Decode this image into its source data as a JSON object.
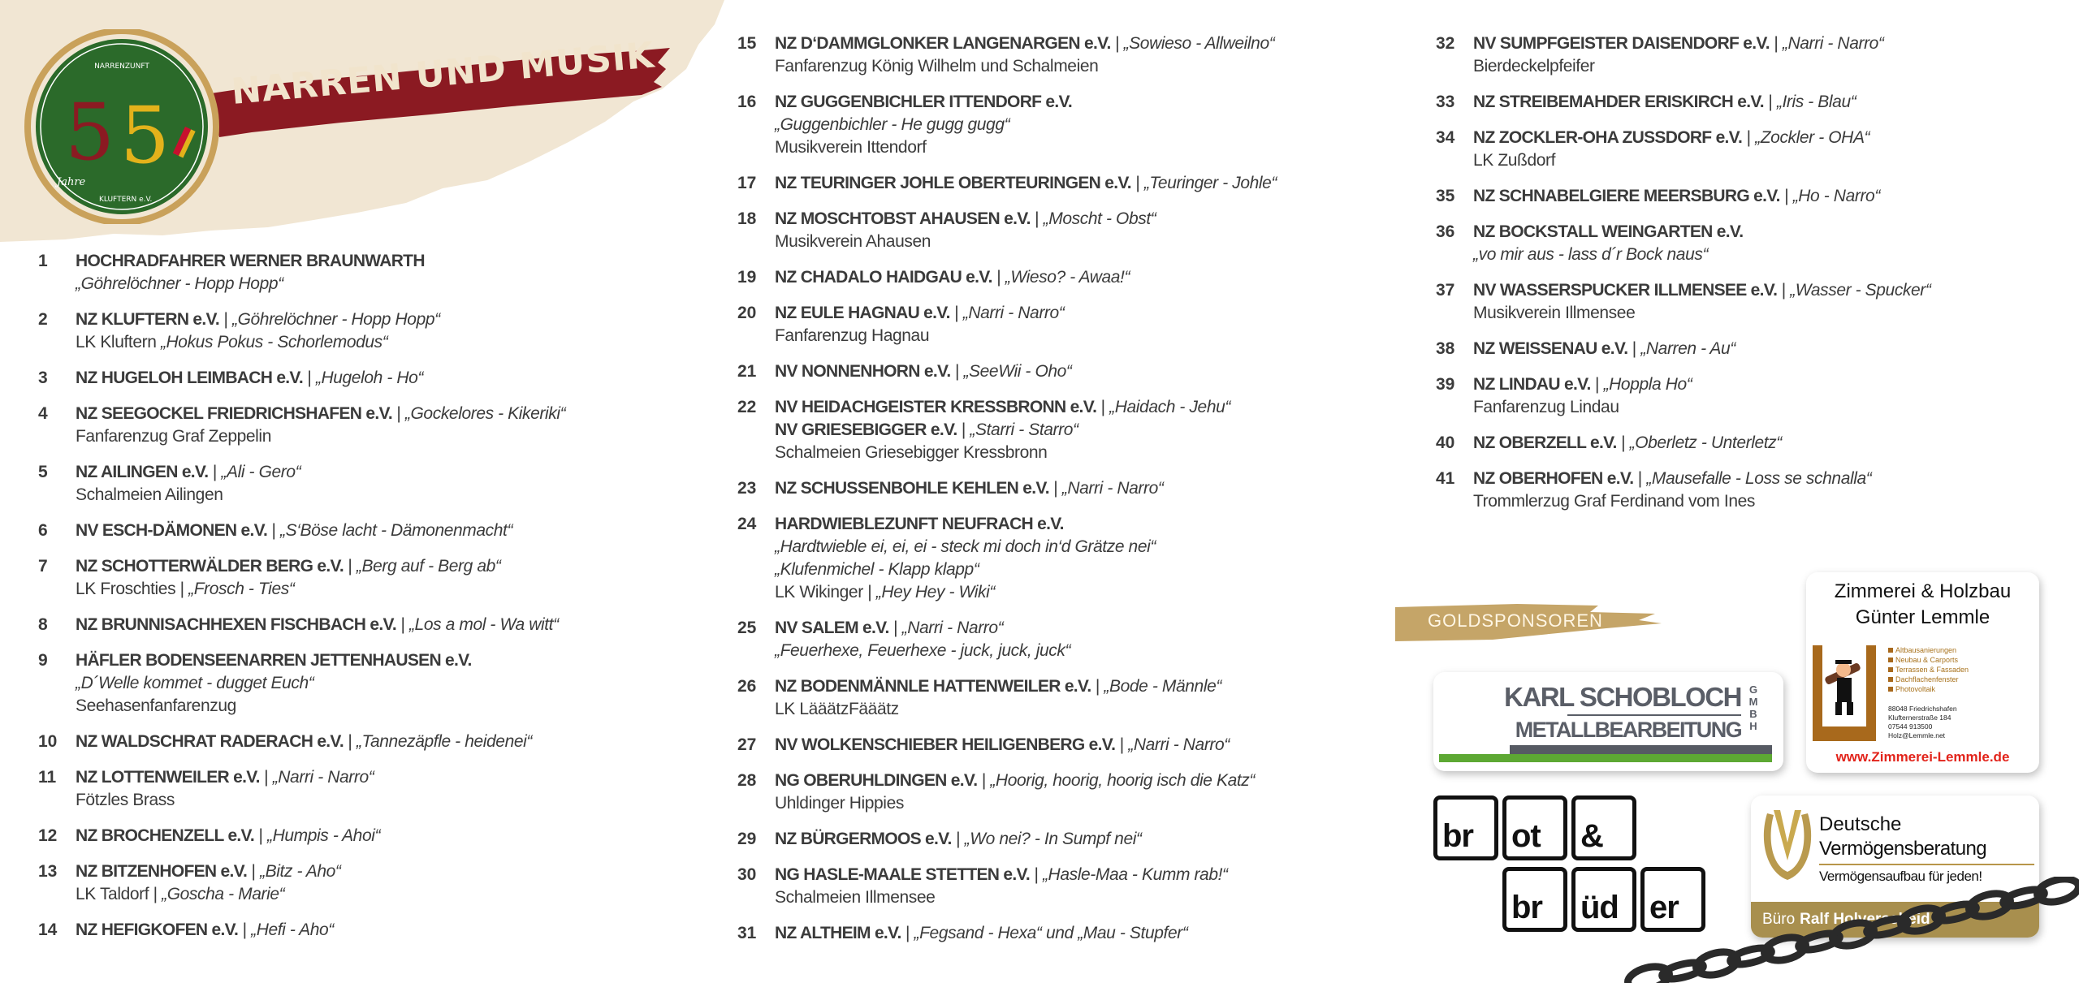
{
  "header": {
    "title": "NARREN UND MUSIK",
    "logo": {
      "number_left": "5",
      "number_right": "5",
      "jahre": "Jahre",
      "arc_top": "NARRENZUNFT",
      "arc_bottom": "KLUFTERN e.V."
    },
    "colors": {
      "paper": "#f1e6d3",
      "banner": "#8b1a22",
      "logo_green": "#2b6a2a",
      "logo_gold": "#c9a15a"
    }
  },
  "columns": [
    {
      "entries": [
        {
          "num": "1",
          "lines": [
            [
              {
                "b": "HOCHRADFAHRER WERNER BRAUNWARTH"
              }
            ],
            [
              {
                "i": "„Göhrelöchner - Hopp Hopp“"
              }
            ]
          ]
        },
        {
          "num": "2",
          "lines": [
            [
              {
                "b": "NZ KLUFTERN e.V."
              },
              {
                "r": " | "
              },
              {
                "i": "„Göhrelöchner - Hopp Hopp“"
              }
            ],
            [
              {
                "r": "LK Kluftern "
              },
              {
                "i": "„Hokus Pokus - Schorlemodus“"
              }
            ]
          ]
        },
        {
          "num": "3",
          "lines": [
            [
              {
                "b": "NZ HUGELOH LEIMBACH e.V."
              },
              {
                "r": " | "
              },
              {
                "i": "„Hugeloh - Ho“"
              }
            ]
          ]
        },
        {
          "num": "4",
          "lines": [
            [
              {
                "b": "NZ SEEGOCKEL FRIEDRICHSHAFEN e.V."
              },
              {
                "r": " | "
              },
              {
                "i": "„Gockelores - Kikeriki“"
              }
            ],
            [
              {
                "r": "Fanfarenzug Graf Zeppelin"
              }
            ]
          ]
        },
        {
          "num": "5",
          "lines": [
            [
              {
                "b": "NZ AILINGEN e.V."
              },
              {
                "r": " | "
              },
              {
                "i": "„Ali - Gero“"
              }
            ],
            [
              {
                "r": "Schalmeien Ailingen"
              }
            ]
          ]
        },
        {
          "num": "6",
          "lines": [
            [
              {
                "b": "NV ESCH-DÄMONEN e.V."
              },
              {
                "r": " | "
              },
              {
                "i": "„S‘Böse lacht - Dämonenmacht“"
              }
            ]
          ]
        },
        {
          "num": "7",
          "lines": [
            [
              {
                "b": "NZ SCHOTTERWÄLDER BERG e.V."
              },
              {
                "r": " | "
              },
              {
                "i": "„Berg auf - Berg ab“"
              }
            ],
            [
              {
                "r": "LK Froschties | "
              },
              {
                "i": "„Frosch - Ties“"
              }
            ]
          ]
        },
        {
          "num": "8",
          "lines": [
            [
              {
                "b": "NZ BRUNNISACHHEXEN FISCHBACH e.V."
              },
              {
                "r": " | "
              },
              {
                "i": "„Los a mol - Wa witt“"
              }
            ]
          ]
        },
        {
          "num": "9",
          "lines": [
            [
              {
                "b": "HÄFLER BODENSEENARREN JETTENHAUSEN e.V."
              }
            ],
            [
              {
                "i": "„D´Welle kommet - dugget Euch“"
              }
            ],
            [
              {
                "r": "Seehasenfanfarenzug"
              }
            ]
          ]
        },
        {
          "num": "10",
          "lines": [
            [
              {
                "b": "NZ WALDSCHRAT RADERACH e.V."
              },
              {
                "r": " | "
              },
              {
                "i": "„Tannezäpfle - heidenei“"
              }
            ]
          ]
        },
        {
          "num": "11",
          "lines": [
            [
              {
                "b": "NZ LOTTENWEILER e.V."
              },
              {
                "r": " | "
              },
              {
                "i": "„Narri - Narro“"
              }
            ],
            [
              {
                "r": "Fötzles Brass"
              }
            ]
          ]
        },
        {
          "num": "12",
          "lines": [
            [
              {
                "b": "NZ BROCHENZELL e.V."
              },
              {
                "r": " | "
              },
              {
                "i": "„Humpis - Ahoi“"
              }
            ]
          ]
        },
        {
          "num": "13",
          "lines": [
            [
              {
                "b": "NZ BITZENHOFEN e.V."
              },
              {
                "r": " | "
              },
              {
                "i": "„Bitz - Aho“"
              }
            ],
            [
              {
                "r": "LK Taldorf | "
              },
              {
                "i": "„Goscha - Marie“"
              }
            ]
          ]
        },
        {
          "num": "14",
          "lines": [
            [
              {
                "b": "NZ HEFIGKOFEN e.V."
              },
              {
                "r": " | "
              },
              {
                "i": "„Hefi - Aho“"
              }
            ]
          ]
        }
      ]
    },
    {
      "entries": [
        {
          "num": "15",
          "lines": [
            [
              {
                "b": "NZ D‘DAMMGLONKER LANGENARGEN e.V."
              },
              {
                "r": " | "
              },
              {
                "i": "„Sowieso - Allweilno“"
              }
            ],
            [
              {
                "r": "Fanfarenzug König Wilhelm und Schalmeien"
              }
            ]
          ]
        },
        {
          "num": "16",
          "lines": [
            [
              {
                "b": "NZ GUGGENBICHLER ITTENDORF e.V."
              }
            ],
            [
              {
                "i": "„Guggenbichler - He gugg gugg“"
              }
            ],
            [
              {
                "r": "Musikverein Ittendorf"
              }
            ]
          ]
        },
        {
          "num": "17",
          "lines": [
            [
              {
                "b": "NZ TEURINGER JOHLE OBERTEURINGEN e.V."
              },
              {
                "r": " | "
              },
              {
                "i": "„Teuringer - Johle“"
              }
            ]
          ]
        },
        {
          "num": "18",
          "lines": [
            [
              {
                "b": "NZ MOSCHTOBST AHAUSEN e.V."
              },
              {
                "r": " | "
              },
              {
                "i": "„Moscht - Obst“"
              }
            ],
            [
              {
                "r": "Musikverein Ahausen"
              }
            ]
          ]
        },
        {
          "num": "19",
          "lines": [
            [
              {
                "b": "NZ CHADALO HAIDGAU e.V."
              },
              {
                "r": " | "
              },
              {
                "i": "„Wieso? - Awaa!“"
              }
            ]
          ]
        },
        {
          "num": "20",
          "lines": [
            [
              {
                "b": "NZ EULE HAGNAU e.V."
              },
              {
                "r": " | "
              },
              {
                "i": "„Narri - Narro“"
              }
            ],
            [
              {
                "r": "Fanfarenzug Hagnau"
              }
            ]
          ]
        },
        {
          "num": "21",
          "lines": [
            [
              {
                "b": "NV NONNENHORN e.V."
              },
              {
                "r": " | "
              },
              {
                "i": "„SeeWii - Oho“"
              }
            ]
          ]
        },
        {
          "num": "22",
          "lines": [
            [
              {
                "b": "NV HEIDACHGEISTER KRESSBRONN e.V."
              },
              {
                "r": " | "
              },
              {
                "i": "„Haidach - Jehu“"
              }
            ],
            [
              {
                "b": "NV GRIESEBIGGER e.V."
              },
              {
                "r": " | "
              },
              {
                "i": "„Starri - Starro“"
              }
            ],
            [
              {
                "r": "Schalmeien Griesebigger Kressbronn"
              }
            ]
          ]
        },
        {
          "num": "23",
          "lines": [
            [
              {
                "b": "NZ SCHUSSENBOHLE KEHLEN e.V."
              },
              {
                "r": " | "
              },
              {
                "i": "„Narri - Narro“"
              }
            ]
          ]
        },
        {
          "num": "24",
          "lines": [
            [
              {
                "b": "HARDWIEBLEZUNFT NEUFRACH e.V."
              }
            ],
            [
              {
                "i": "„Hardtwieble ei, ei, ei - steck mi doch in‘d Grätze nei“"
              }
            ],
            [
              {
                "i": "„Klufenmichel - Klapp klapp“"
              }
            ],
            [
              {
                "r": "LK Wikinger | "
              },
              {
                "i": "„Hey Hey - Wiki“"
              }
            ]
          ]
        },
        {
          "num": "25",
          "lines": [
            [
              {
                "b": "NV SALEM e.V."
              },
              {
                "r": " | "
              },
              {
                "i": "„Narri - Narro“"
              }
            ],
            [
              {
                "i": "„Feuerhexe, Feuerhexe - juck, juck, juck“"
              }
            ]
          ]
        },
        {
          "num": "26",
          "lines": [
            [
              {
                "b": "NZ BODENMÄNNLE HATTENWEILER e.V."
              },
              {
                "r": " | "
              },
              {
                "i": "„Bode - Männle“"
              }
            ],
            [
              {
                "r": "LK LääätzFääätz"
              }
            ]
          ]
        },
        {
          "num": "27",
          "lines": [
            [
              {
                "b": "NV WOLKENSCHIEBER HEILIGENBERG e.V."
              },
              {
                "r": " | "
              },
              {
                "i": "„Narri - Narro“"
              }
            ]
          ]
        },
        {
          "num": "28",
          "lines": [
            [
              {
                "b": "NG OBERUHLDINGEN e.V."
              },
              {
                "r": " | "
              },
              {
                "i": "„Hoorig, hoorig, hoorig isch die Katz“"
              }
            ],
            [
              {
                "r": "Uhldinger Hippies"
              }
            ]
          ]
        },
        {
          "num": "29",
          "lines": [
            [
              {
                "b": "NZ BÜRGERMOOS e.V."
              },
              {
                "r": " | "
              },
              {
                "i": "„Wo nei? - In Sumpf nei“"
              }
            ]
          ]
        },
        {
          "num": "30",
          "lines": [
            [
              {
                "b": "NG HASLE-MAALE STETTEN e.V."
              },
              {
                "r": " | "
              },
              {
                "i": "„Hasle-Maa - Kumm rab!“"
              }
            ],
            [
              {
                "r": "Schalmeien Illmensee"
              }
            ]
          ]
        },
        {
          "num": "31",
          "lines": [
            [
              {
                "b": "NZ ALTHEIM e.V."
              },
              {
                "r": " | "
              },
              {
                "i": "„Fegsand - Hexa“ und „Mau - Stupfer“"
              }
            ]
          ]
        }
      ]
    },
    {
      "entries": [
        {
          "num": "32",
          "lines": [
            [
              {
                "b": "NV SUMPFGEISTER DAISENDORF e.V."
              },
              {
                "r": " | "
              },
              {
                "i": "„Narri - Narro“"
              }
            ],
            [
              {
                "r": "Bierdeckelpfeifer"
              }
            ]
          ]
        },
        {
          "num": "33",
          "lines": [
            [
              {
                "b": "NZ STREIBEMAHDER ERISKIRCH e.V."
              },
              {
                "r": " | "
              },
              {
                "i": "„Iris - Blau“"
              }
            ]
          ]
        },
        {
          "num": "34",
          "lines": [
            [
              {
                "b": "NZ ZOCKLER-OHA ZUSSDORF e.V."
              },
              {
                "r": " | "
              },
              {
                "i": "„Zockler - OHA“"
              }
            ],
            [
              {
                "r": "LK Zußdorf"
              }
            ]
          ]
        },
        {
          "num": "35",
          "lines": [
            [
              {
                "b": "NZ SCHNABELGIERE MEERSBURG e.V."
              },
              {
                "r": " | "
              },
              {
                "i": "„Ho - Narro“"
              }
            ]
          ]
        },
        {
          "num": "36",
          "lines": [
            [
              {
                "b": "NZ BOCKSTALL WEINGARTEN e.V."
              }
            ],
            [
              {
                "i": "„vo mir aus - lass d´r Bock naus“"
              }
            ]
          ]
        },
        {
          "num": "37",
          "lines": [
            [
              {
                "b": "NV WASSERSPUCKER ILLMENSEE e.V."
              },
              {
                "r": " | "
              },
              {
                "i": "„Wasser - Spucker“"
              }
            ],
            [
              {
                "r": "Musikverein Illmensee"
              }
            ]
          ]
        },
        {
          "num": "38",
          "lines": [
            [
              {
                "b": "NZ WEISSENAU e.V."
              },
              {
                "r": " | "
              },
              {
                "i": "„Narren - Au“"
              }
            ]
          ]
        },
        {
          "num": "39",
          "lines": [
            [
              {
                "b": "NZ LINDAU e.V."
              },
              {
                "r": " | "
              },
              {
                "i": "„Hoppla Ho“"
              }
            ],
            [
              {
                "r": "Fanfarenzug Lindau"
              }
            ]
          ]
        },
        {
          "num": "40",
          "lines": [
            [
              {
                "b": "NZ OBERZELL e.V."
              },
              {
                "r": " | "
              },
              {
                "i": "„Oberletz - Unterletz“"
              }
            ]
          ]
        },
        {
          "num": "41",
          "lines": [
            [
              {
                "b": "NZ OBERHOFEN e.V."
              },
              {
                "r": " | "
              },
              {
                "i": "„Mausefalle - Loss se schnalla“"
              }
            ],
            [
              {
                "r": "Trommlerzug Graf Ferdinand vom Ines"
              }
            ]
          ]
        }
      ]
    }
  ],
  "sponsors": {
    "label": "GOLDSPONSOREN",
    "karl": {
      "name": "KARL SCHOBLOCH",
      "sub": "METALLBEARBEITUNG",
      "gmbh": "GMBH",
      "colors": {
        "gray": "#5a5e67",
        "green": "#5da833"
      }
    },
    "zimmerei": {
      "title1": "Zimmerei & Holzbau",
      "title2": "Günter Lemmle",
      "services": [
        "Altbausanierungen",
        "Neubau & Carports",
        "Terrassen & Fassaden",
        "Dachflachenfenster",
        "Photovoltaik"
      ],
      "address": [
        "88048 Friedrichshafen",
        "Klufternerstraße 184",
        "07544 913500",
        "Holz@Lemmle.net"
      ],
      "url": "www.Zimmerei-Lemmle.de"
    },
    "brot": {
      "cells": [
        "br",
        "ot",
        "&",
        "br",
        "üd",
        "er"
      ]
    },
    "dvag": {
      "line1": "Deutsche",
      "line2": "Vermögensberatung",
      "slogan": "Vermögensaufbau für jeden!",
      "office_prefix": "Büro",
      "office_name": "Ralf Holverscheid",
      "gold": "#a88f4e"
    }
  }
}
